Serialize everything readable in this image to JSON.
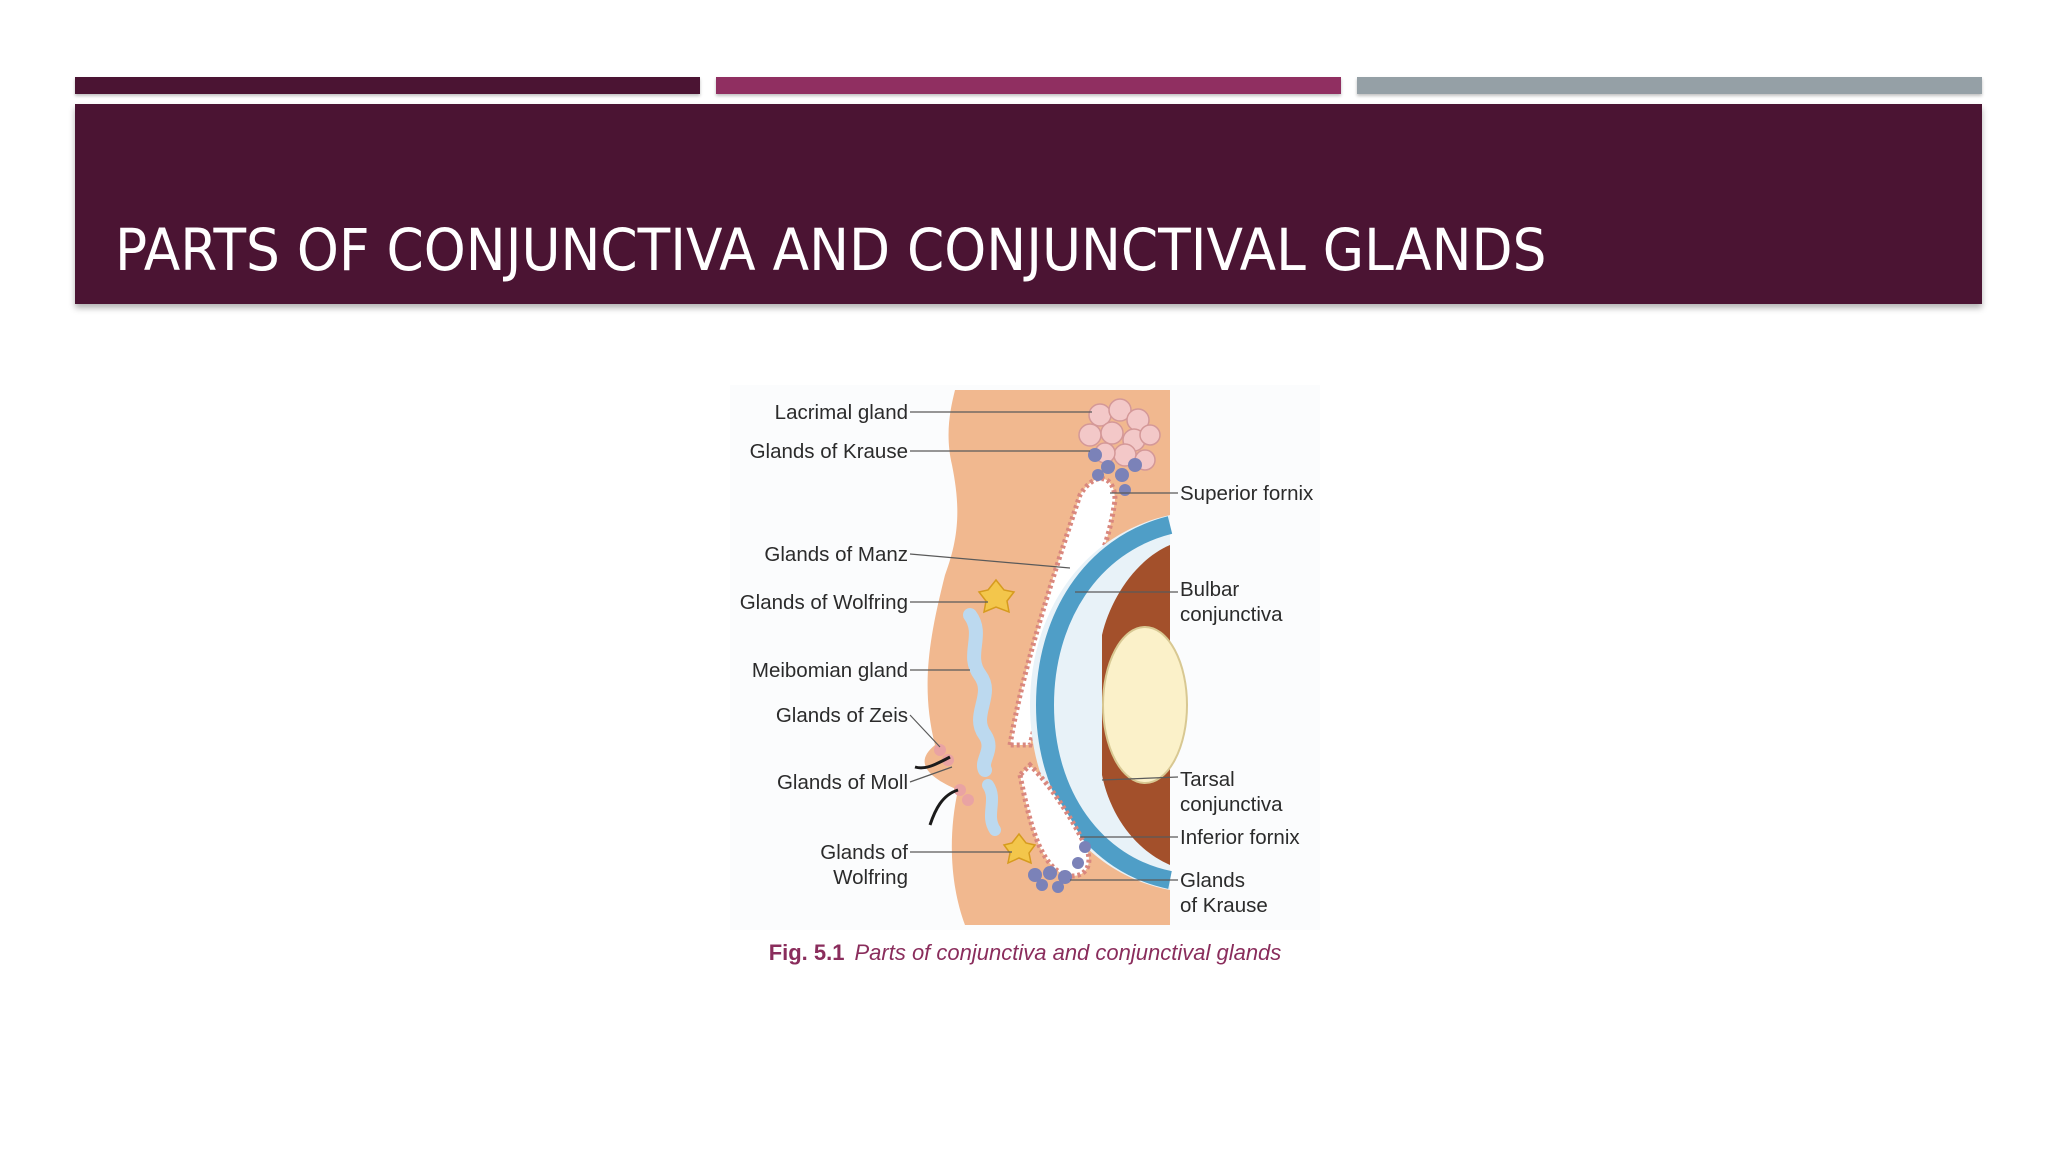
{
  "colors": {
    "accent_1": "#4b1433",
    "accent_2": "#902f61",
    "accent_3": "#95a0a6",
    "title_bar": "#4b1433",
    "title_text": "#ffffff",
    "caption_text": "#8a2d5c",
    "skin": "#f1b88f",
    "skin_dark": "#d9875c",
    "conjunctiva": "#e9a3a3",
    "cornea": "#4f9ec7",
    "lens": "#fbf1c9",
    "uvea": "#a3502b",
    "gland_blue": "#7b82b8",
    "gland_pink": "#f3c8c8",
    "gland_yellow": "#f3c64b",
    "meibomian": "#bcd9ef"
  },
  "slide": {
    "title": "PARTS OF CONJUNCTIVA AND CONJUNCTIVAL GLANDS"
  },
  "figure": {
    "labels_left": {
      "lacrimal_gland": "Lacrimal gland",
      "glands_of_krause_upper": "Glands of Krause",
      "glands_of_manz": "Glands of Manz",
      "glands_of_wolfring_upper": "Glands of Wolfring",
      "meibomian_gland": "Meibomian gland",
      "glands_of_zeis": "Glands of Zeis",
      "glands_of_moll": "Glands of Moll",
      "glands_of_wolfring_lower_1": "Glands of",
      "glands_of_wolfring_lower_2": "Wolfring"
    },
    "labels_right": {
      "superior_fornix": "Superior fornix",
      "bulbar_conjunctiva_1": "Bulbar",
      "bulbar_conjunctiva_2": "conjunctiva",
      "tarsal_conjunctiva_1": "Tarsal",
      "tarsal_conjunctiva_2": "conjunctiva",
      "inferior_fornix": "Inferior fornix",
      "glands_of_krause_lower_1": "Glands",
      "glands_of_krause_lower_2": "of Krause"
    },
    "caption": {
      "number": "Fig. 5.1",
      "text": "Parts of conjunctiva and conjunctival glands"
    }
  }
}
